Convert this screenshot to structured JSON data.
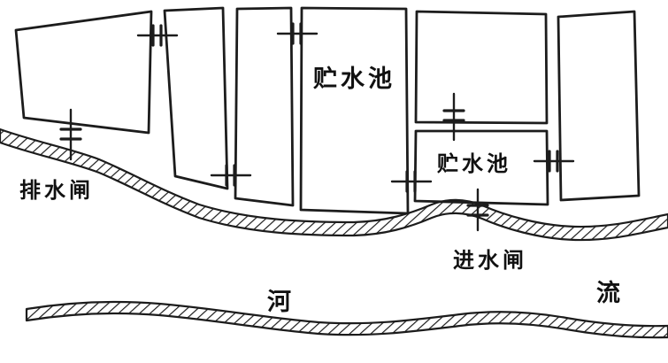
{
  "diagram": {
    "title_hint": "storage-pond-and-river-schematic",
    "labels": {
      "drain_gate": "排水闸",
      "storage_pond_large": "贮水池",
      "storage_pond_small": "贮水池",
      "intake_gate": "进水闸",
      "river": "河",
      "flow": "流"
    },
    "colors": {
      "ink": "#1c1c1c",
      "background": "#ffffff"
    }
  }
}
